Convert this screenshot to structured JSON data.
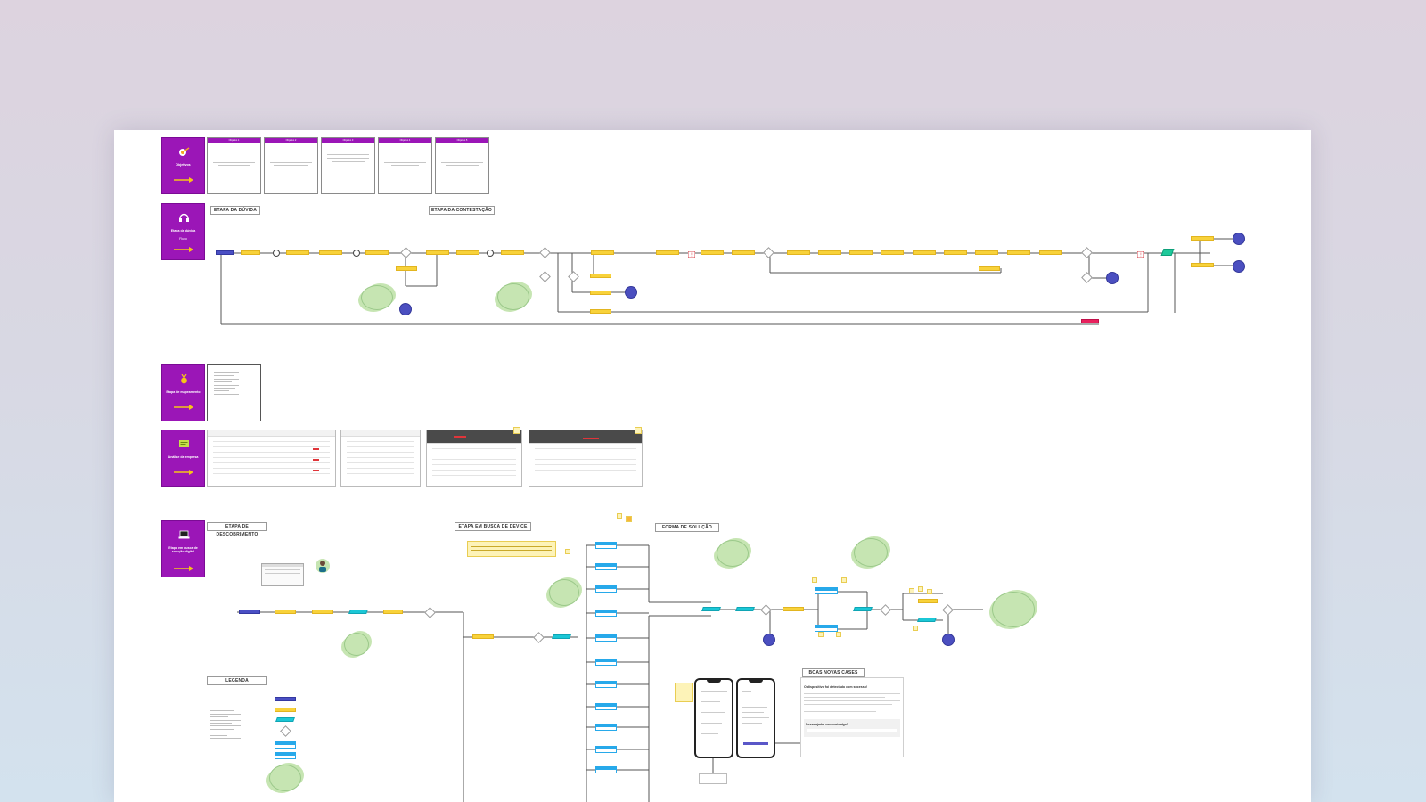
{
  "board": {
    "sections": [
      {
        "label": "Objetivos"
      },
      {
        "label": "Etapa da dúvida",
        "sub": "Fluxo"
      },
      {
        "label": "Etapa de mapeamento"
      },
      {
        "label": "Análise da empresa"
      },
      {
        "label": "Etapa em busca de solução digital"
      }
    ],
    "objective_cards": [
      {
        "title": "Objetivo 1"
      },
      {
        "title": "Objetivo 2"
      },
      {
        "title": "Objetivo 3"
      },
      {
        "title": "Objetivo 4"
      },
      {
        "title": "Objetivo 5"
      }
    ],
    "stage_labels": {
      "duvida": "ETAPA DA DÚVIDA",
      "contestacao": "ETAPA DA CONTESTAÇÃO",
      "descobrimento": "ETAPA DE DESCOBRIMENTO",
      "busca": "ETAPA EM BUSCA DE DEVICE",
      "solucao": "FORMA DE SOLUÇÃO",
      "legenda": "LEGENDA",
      "conteudo": "BOAS NOVAS CASES"
    },
    "doc_panel": {
      "title": "O dispositivo foi detectado com sucesso!",
      "question": "Posso ajudar com mais algo?"
    },
    "colors": {
      "section_purple": "#9b16b7",
      "sticky_yellow": "#f8d23a",
      "node_blue": "#4b4fc0",
      "cloud_green": "#c6e5b2",
      "alert_pink": "#e8215d",
      "cyan": "#1bc7d6"
    }
  }
}
